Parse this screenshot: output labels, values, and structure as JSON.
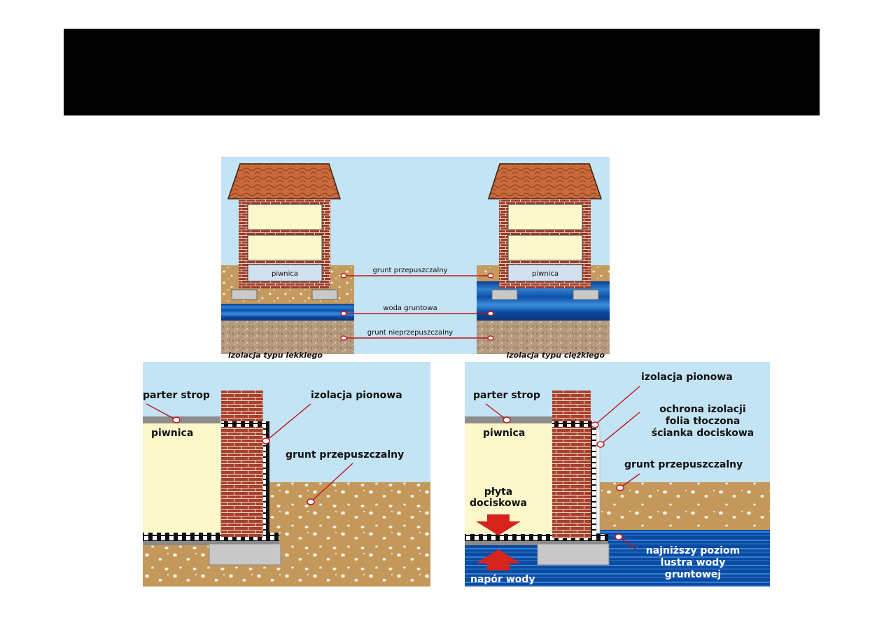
{
  "header": {
    "title": ""
  },
  "top": {
    "basement_left": "piwnica",
    "basement_right": "piwnica",
    "label_permeable": "grunt przepuszczalny",
    "label_groundwater": "woda gruntowa",
    "label_impermeable": "grunt nieprzepuszczalny",
    "caption_left": "izolacja typu lekkiego",
    "caption_right": "izolacja typu ciężkiego"
  },
  "bottom_left": {
    "parter": "parter strop",
    "basement": "piwnica",
    "vertical_insulation": "izolacja pionowa",
    "permeable": "grunt przepuszczalny"
  },
  "bottom_right": {
    "parter": "parter strop",
    "basement": "piwnica",
    "vertical_insulation": "izolacja pionowa",
    "protection_1": "ochrona izolacji",
    "protection_2": "folia tłoczona",
    "protection_3": "ścianka dociskowa",
    "permeable": "grunt przepuszczalny",
    "slab_1": "płyta",
    "slab_2": "dociskowa",
    "water_level_1": "najniższy poziom",
    "water_level_2": "lustra wody",
    "water_level_3": "gruntowej",
    "pressure": "napór wody"
  }
}
